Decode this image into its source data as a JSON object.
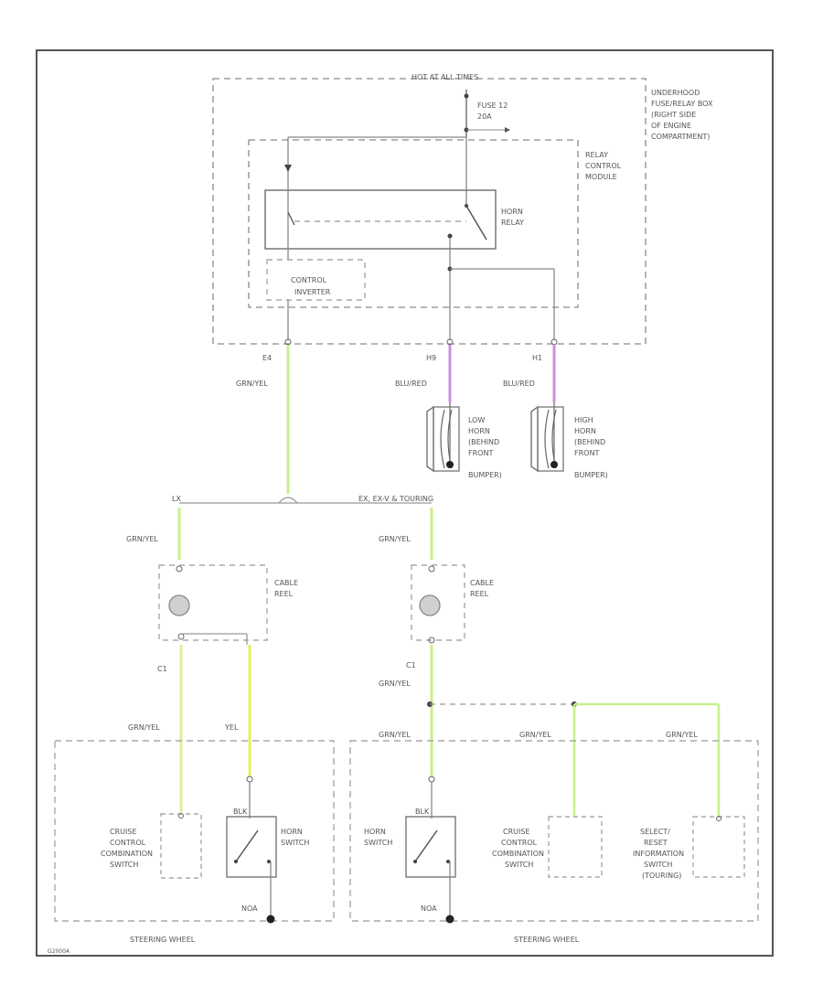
{
  "labels": {
    "hot_all_times": "HOT AT ALL TIMES",
    "fuse_line1": "FUSE 12",
    "fuse_line2": "20A",
    "underhood_1": "UNDERHOOD",
    "underhood_2": "FUSE/RELAY BOX",
    "underhood_3": "(RIGHT SIDE",
    "underhood_4": "OF ENGINE",
    "underhood_5": "COMPARTMENT)",
    "relay_module_1": "RELAY",
    "relay_module_2": "CONTROL",
    "relay_module_3": "MODULE",
    "horn_relay_1": "HORN",
    "horn_relay_2": "RELAY",
    "control_1": "CONTROL",
    "control_2": "INVERTER",
    "conn_left": "E4",
    "conn_mid": "H9",
    "conn_right": "H1",
    "wire_grn_yel_main": "GRN/YEL",
    "wire_blu_red_low": "BLU/RED",
    "wire_blu_red_high": "BLU/RED",
    "low_horn_1": "LOW",
    "low_horn_2": "HORN",
    "low_horn_3": "(BEHIND",
    "low_horn_4": "FRONT",
    "low_horn_5": "BUMPER)",
    "high_horn_1": "HIGH",
    "high_horn_2": "HORN",
    "high_horn_3": "(BEHIND",
    "high_horn_4": "FRONT",
    "high_horn_5": "BUMPER)",
    "variant_left": "LX",
    "variant_right": "EX, EX-V & TOURING",
    "wire_grn_yel_left": "GRN/YEL",
    "wire_grn_yel_right": "GRN/YEL",
    "cable_reel_left_1": "CABLE",
    "cable_reel_left_2": "REEL",
    "cable_reel_right_1": "CABLE",
    "cable_reel_right_2": "REEL",
    "conn_c1_left": "C1",
    "conn_c1_right": "C1",
    "wire_grn_yel_right2": "GRN/YEL",
    "wire_grn_yel_left2": "GRN/YEL",
    "wire_yel": "YEL",
    "wire_grn_yel_right3": "GRN/YEL",
    "wire_grn_yel_right4": "GRN/YEL",
    "wire_grn_yel_right5": "GRN/YEL",
    "cruise_left_1": "CRUISE",
    "cruise_left_2": "CONTROL",
    "cruise_left_3": "COMBINATION",
    "cruise_left_4": "SWITCH",
    "blk_left": "BLK",
    "horn_switch_left_1": "HORN",
    "horn_switch_left_2": "SWITCH",
    "gnd_left": "NOA",
    "horn_switch_right_1": "HORN",
    "horn_switch_right_2": "SWITCH",
    "blk_right": "BLK",
    "gnd_right": "NOA",
    "cruise_right_1": "CRUISE",
    "cruise_right_2": "CONTROL",
    "cruise_right_3": "COMBINATION",
    "cruise_right_4": "SWITCH",
    "select_1": "SELECT/",
    "select_2": "RESET",
    "select_3": "INFORMATION",
    "select_4": "SWITCH",
    "select_5": "(TOURING)",
    "steering_left": "STEERING WHEEL",
    "steering_right": "STEERING WHEEL",
    "corner_code": "G2000A"
  },
  "colors": {
    "frame": "#555555",
    "dashed": "#8a8a8a",
    "wire": "#999999",
    "grn_yel": "#c8f08a",
    "yel": "#e8f060",
    "blu_red": "#c890e0",
    "dark": "#222222",
    "text": "#555555"
  }
}
